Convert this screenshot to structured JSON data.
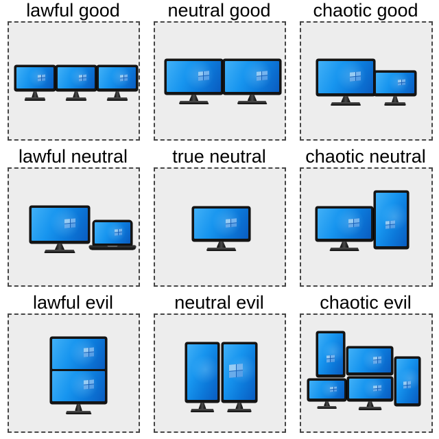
{
  "page": {
    "title": "monitor setup alignment chart",
    "colors": {
      "panel_bg": "#ededed",
      "panel_border": "#454545",
      "screen_blue": "#1795ef",
      "bezel": "#141414",
      "title_text": "#000000"
    }
  },
  "cells": [
    {
      "label": "lawful good",
      "setup": "three matching landscape monitors in a row",
      "monitor_count": 3
    },
    {
      "label": "neutral good",
      "setup": "two matching landscape monitors side by side",
      "monitor_count": 2
    },
    {
      "label": "chaotic good",
      "setup": "large landscape monitor with a smaller landscape monitor on the right",
      "monitor_count": 2
    },
    {
      "label": "lawful neutral",
      "setup": "landscape monitor with a laptop on the right",
      "monitor_count": 2
    },
    {
      "label": "true neutral",
      "setup": "a single landscape monitor",
      "monitor_count": 1
    },
    {
      "label": "chaotic neutral",
      "setup": "landscape monitor with a taller portrait monitor on the right",
      "monitor_count": 2
    },
    {
      "label": "lawful evil",
      "setup": "two landscape screens stacked vertically on one stand",
      "monitor_count": 2
    },
    {
      "label": "neutral evil",
      "setup": "two portrait monitors side by side",
      "monitor_count": 2
    },
    {
      "label": "chaotic evil",
      "setup": "five mismatched monitors tiled in a jumble",
      "monitor_count": 5
    }
  ]
}
